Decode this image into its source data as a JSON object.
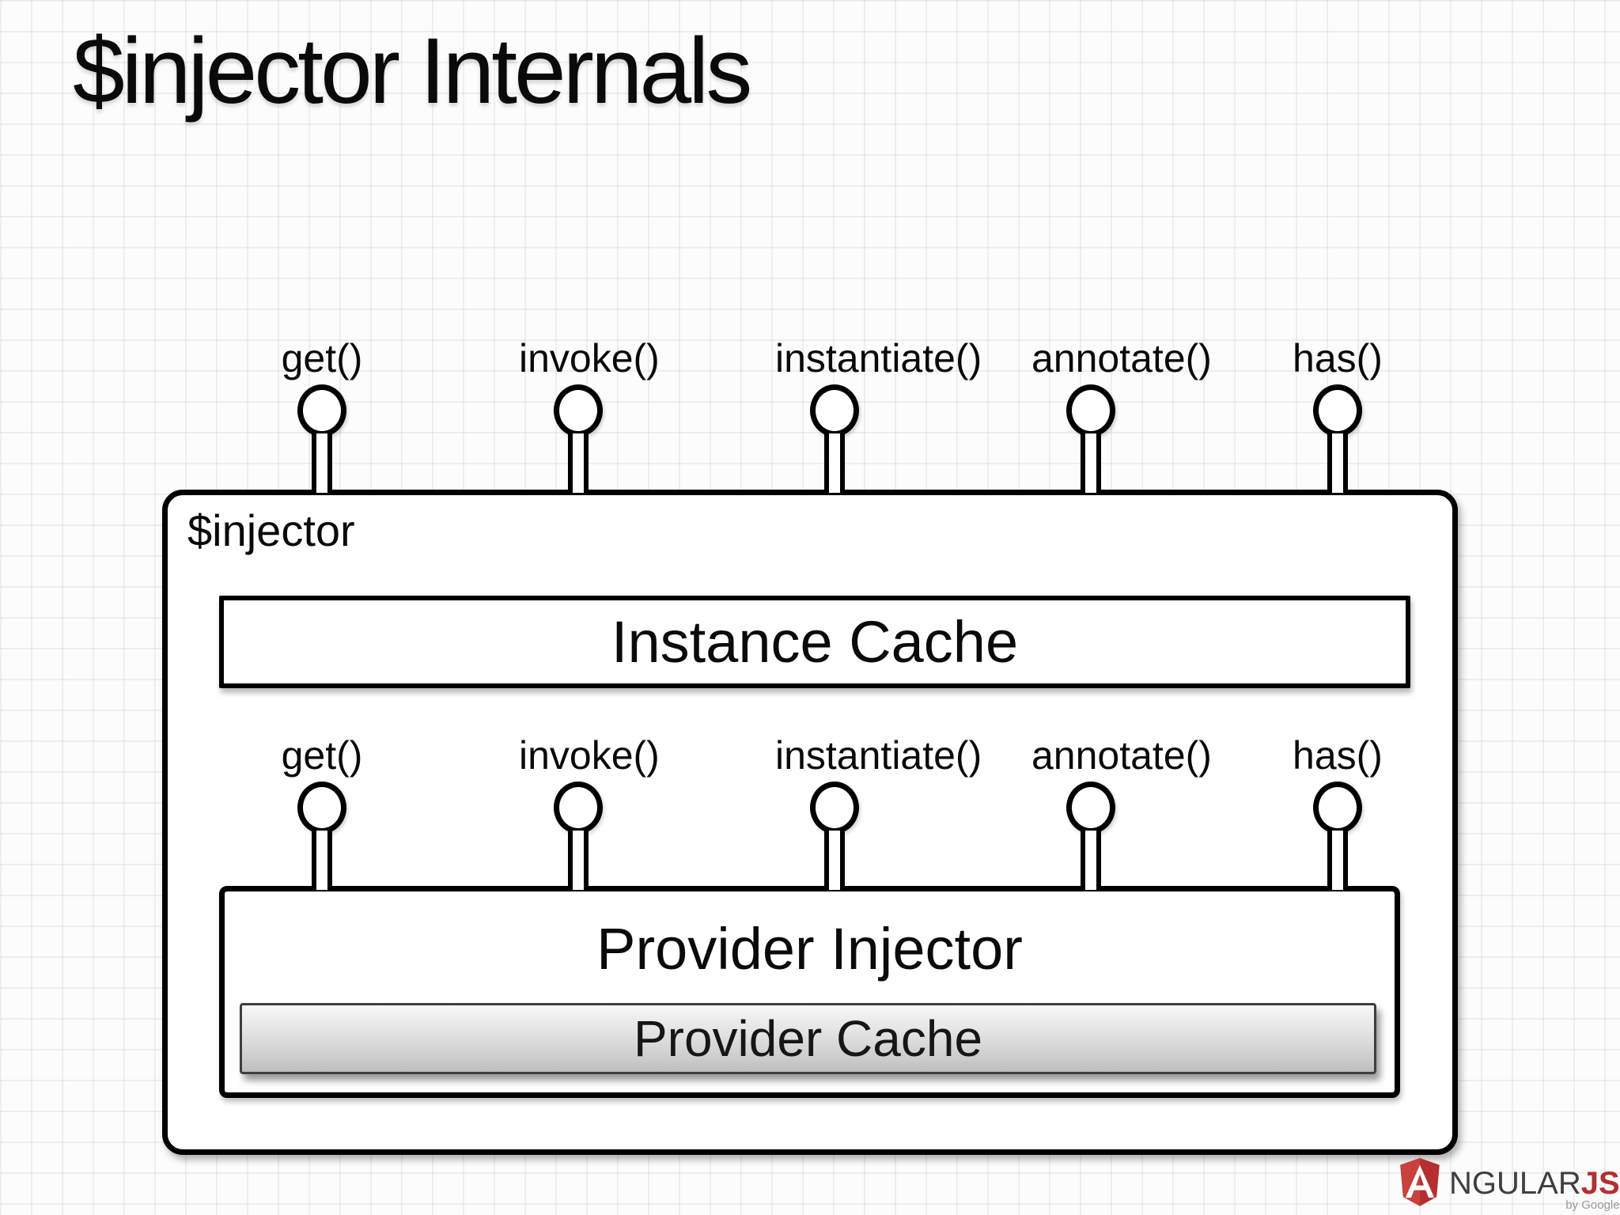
{
  "slide": {
    "title": "$injector Internals"
  },
  "injector": {
    "label": "$injector",
    "methods": [
      "get()",
      "invoke()",
      "instantiate()",
      "annotate()",
      "has()"
    ],
    "instance_cache_label": "Instance Cache",
    "provider_injector_label": "Provider Injector",
    "provider_cache_label": "Provider Cache"
  },
  "logo": {
    "name_rest": "NGULAR",
    "js": "JS",
    "byline": "by Google"
  },
  "colors": {
    "stroke": "#000000",
    "stroke_soft": "#3E3E3E",
    "angular_red": "#B52E31",
    "angular_red_light": "#C9403C",
    "provider_cache_top": "#F7F7F7",
    "provider_cache_bottom": "#BDBDBD"
  }
}
